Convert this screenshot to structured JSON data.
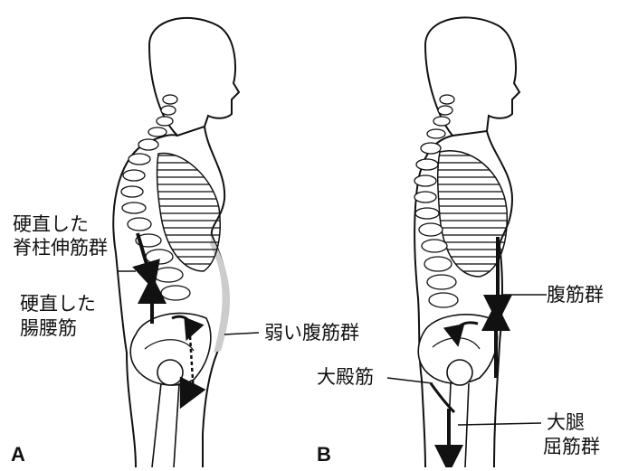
{
  "panels": [
    {
      "letter": "A",
      "labels": {
        "stiff_erector_line1": "硬直した",
        "stiff_erector_line2": "脊柱伸筋群",
        "stiff_iliopsoas_line1": "硬直した",
        "stiff_iliopsoas_line2": "腸腰筋",
        "weak_abdominals": "弱い腹筋群"
      }
    },
    {
      "letter": "B",
      "labels": {
        "abdominals": "腹筋群",
        "gluteus_maximus": "大殿筋",
        "hamstrings_line1": "大腿",
        "hamstrings_line2": "屈筋群"
      }
    }
  ],
  "colors": {
    "ink": "#111111",
    "paper": "#ffffff",
    "shade": "#dddddd"
  }
}
